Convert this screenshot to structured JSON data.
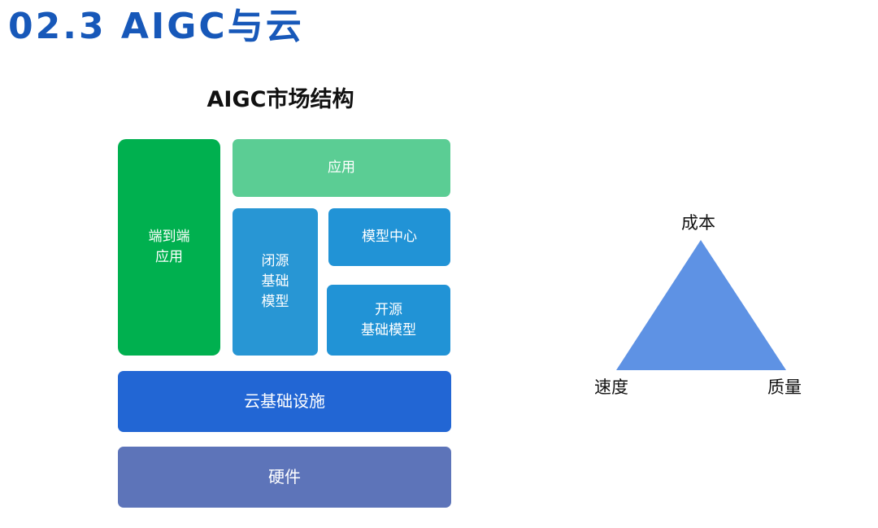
{
  "slide": {
    "title": "02.3 AIGC与云"
  },
  "market_structure": {
    "title": "AIGC市场结构",
    "blocks": {
      "end_to_end_app": "端到端\n应用",
      "application": "应用",
      "closed_source_model": "闭源\n基础\n模型",
      "model_hub": "模型中心",
      "open_source_model": "开源\n基础模型",
      "cloud_infrastructure": "云基础设施",
      "hardware": "硬件"
    }
  },
  "tradeoff_triangle": {
    "fill_color": "#5e92e4",
    "vertices": {
      "top": "成本",
      "bottom_left": "速度",
      "bottom_right": "质量"
    }
  }
}
